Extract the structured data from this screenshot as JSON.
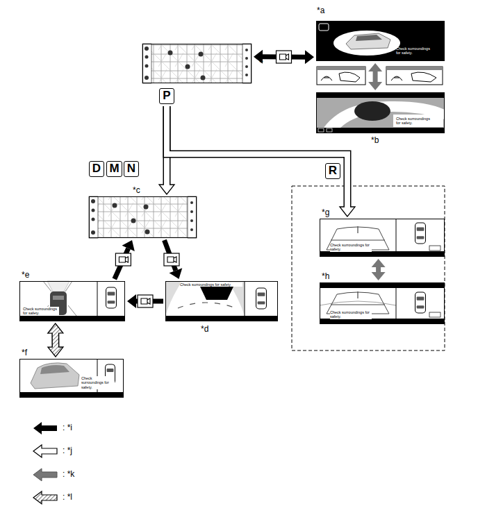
{
  "diagram": {
    "nodes": [
      {
        "text": [
          "*c"
        ]
      },
      {
        "text": [
          "P"
        ]
      },
      {
        "text": [
          "*a",
          "Check surroundings for safety."
        ]
      },
      {
        "text": [
          "*b",
          "Check surroundings for safety."
        ]
      },
      {
        "text": [
          "D"
        ]
      },
      {
        "text": [
          "M"
        ]
      },
      {
        "text": [
          "N"
        ]
      },
      {
        "text": [
          "R"
        ]
      },
      {
        "text": [
          "*c"
        ]
      },
      {
        "text": [
          "*g",
          "Check surroundings for safety."
        ]
      },
      {
        "text": [
          "*h",
          "Check surroundings for safety."
        ]
      },
      {
        "text": [
          "*e",
          "Check surroundings for safety."
        ]
      },
      {
        "text": [
          "*d",
          "Check surroundings for safety"
        ]
      },
      {
        "text": [
          "*f",
          "Check surroundings for safety."
        ]
      }
    ],
    "edges": [
      {
        "from": 0,
        "to": 2,
        "arrow": "both"
      },
      {
        "from": 2,
        "to": 3,
        "arrow": "both"
      },
      {
        "from": 1,
        "to": 8,
        "arrow": "to"
      },
      {
        "from": 1,
        "to": 9,
        "arrow": "to"
      },
      {
        "from": 8,
        "to": 12,
        "arrow": "to"
      },
      {
        "from": 12,
        "to": 11,
        "arrow": "to"
      },
      {
        "from": 11,
        "to": 8,
        "arrow": "to"
      },
      {
        "from": 11,
        "to": 13,
        "arrow": "both"
      },
      {
        "from": 9,
        "to": 10,
        "arrow": "both"
      }
    ],
    "legend": [
      {
        "text": ": *i"
      },
      {
        "text": ": *j"
      },
      {
        "text": ": *k"
      },
      {
        "text": ": *l"
      }
    ]
  }
}
